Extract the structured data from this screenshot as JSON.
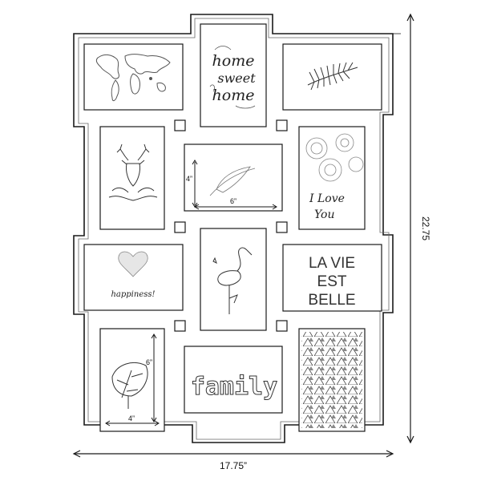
{
  "dimensions": {
    "width_label": "17.75”",
    "height_label": "22.75",
    "feather_width_label": "6”",
    "feather_height_label": "4”",
    "leaf_width_label": "4”",
    "leaf_height_label": "6”"
  },
  "photos": {
    "home": {
      "line1": "home",
      "line2": "sweet",
      "line3": "home"
    },
    "love": {
      "line1": "I Love",
      "line2": "You"
    },
    "happiness": {
      "caption": "happiness!"
    },
    "lavie": {
      "line1": "LA VIE",
      "line2": "EST",
      "line3": "BELLE"
    },
    "family": {
      "word": "family"
    }
  },
  "colors": {
    "line": "#1a1a1a",
    "sketch": "#555555",
    "paper": "#ffffff"
  }
}
